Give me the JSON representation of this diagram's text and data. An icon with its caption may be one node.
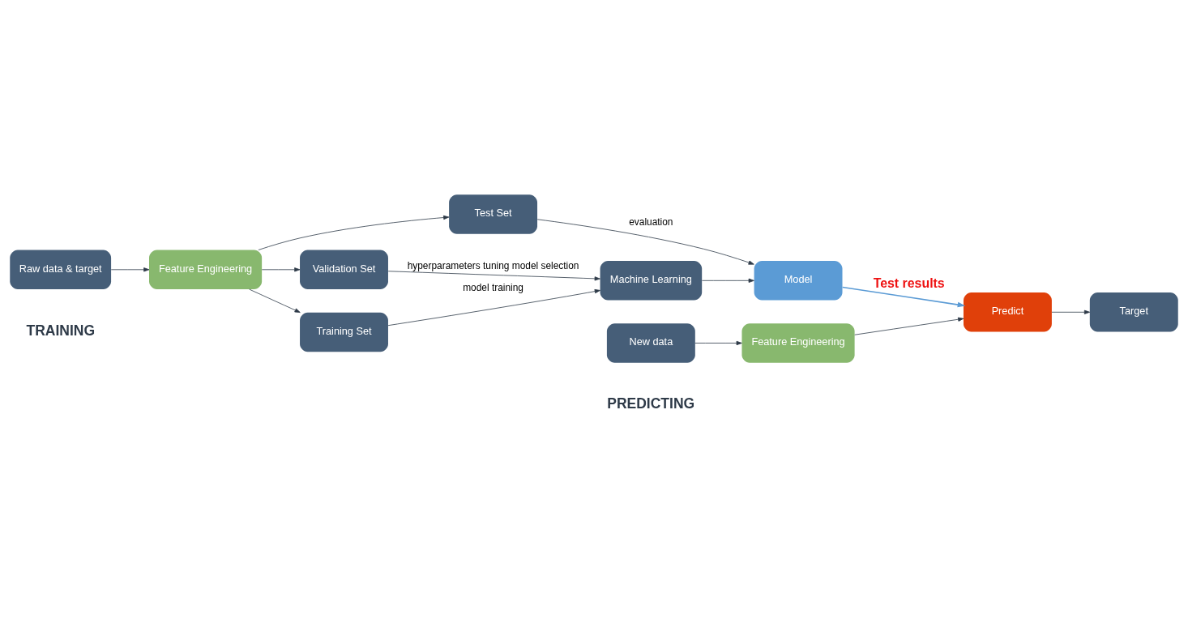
{
  "diagram": {
    "nodes": [
      {
        "text": [
          "Raw data & target"
        ]
      },
      {
        "text": [
          "Feature Engineering"
        ]
      },
      {
        "text": [
          "Training Set"
        ]
      },
      {
        "text": [
          "Validation Set"
        ]
      },
      {
        "text": [
          "Test Set"
        ]
      },
      {
        "text": [
          "Machine Learning"
        ]
      },
      {
        "text": [
          "Model"
        ]
      },
      {
        "text": [
          "New data"
        ]
      },
      {
        "text": [
          "Feature Engineering"
        ]
      },
      {
        "text": [
          "Predict"
        ]
      },
      {
        "text": [
          "Target"
        ]
      }
    ],
    "edges": [
      {
        "from": 0,
        "to": 1,
        "arrow": "to"
      },
      {
        "from": 1,
        "to": 2,
        "arrow": "to"
      },
      {
        "from": 1,
        "to": 3,
        "arrow": "to"
      },
      {
        "from": 1,
        "to": 4,
        "arrow": "to"
      },
      {
        "from": 2,
        "to": 5,
        "arrow": "to",
        "label": "model training"
      },
      {
        "from": 3,
        "to": 5,
        "arrow": "to",
        "label": "hyperparameters tuning model selection"
      },
      {
        "from": 4,
        "to": 6,
        "arrow": "to",
        "label": "evaluation"
      },
      {
        "from": 5,
        "to": 6,
        "arrow": "to"
      },
      {
        "from": 6,
        "to": 9,
        "arrow": "to",
        "label": "Test results",
        "color": "#5b9bd5"
      },
      {
        "from": 7,
        "to": 8,
        "arrow": "to"
      },
      {
        "from": 8,
        "to": 9,
        "arrow": "to"
      },
      {
        "from": 9,
        "to": 10,
        "arrow": "to"
      }
    ],
    "labels": [
      "TRAINING",
      "PREDICTING"
    ]
  }
}
